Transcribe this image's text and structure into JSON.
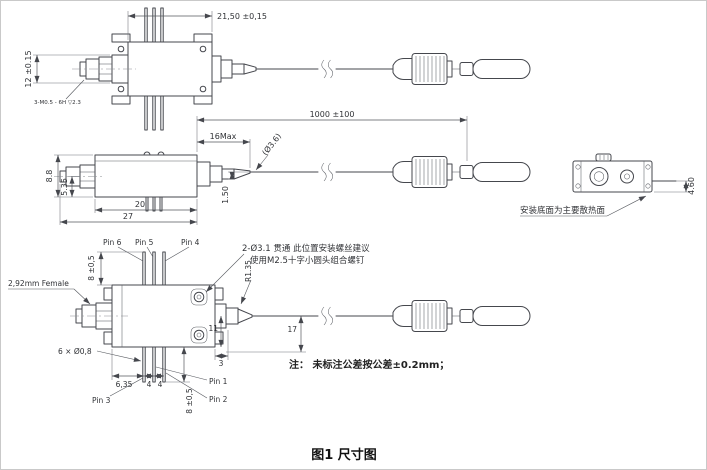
{
  "figure": {
    "title": "图1 尺寸图",
    "note": "注： 未标注公差按公差±0.2mm；"
  },
  "colors": {
    "line": "#45474d",
    "background": "#ffffff"
  },
  "top_view": {
    "dim_width": "21,50 ±0,15",
    "dim_height": "12 ±0.15",
    "thread_note": "3-M0.5 - 6H ▽2.3"
  },
  "side_view": {
    "dim_fiber_length": "1000 ±100",
    "dim_ferrule": "16Max",
    "dim_fiber_dia": "(Ø3.6)",
    "dim_height_total": "8.8",
    "dim_height_axis": "5.35",
    "dim_body": "20",
    "dim_overall": "27",
    "dim_offset": "1.50"
  },
  "end_view": {
    "dim_height": "4.60",
    "heatsink_note": "安装底面为主要散热面"
  },
  "bottom_view": {
    "connector_label": "2,92mm Female",
    "screw_note_line1": "2-Ø3.1 贯通 此位置安装螺丝建议",
    "screw_note_line2": "使用M2.5十字小圆头组合螺钉",
    "radius_label": "R1.35",
    "pin_dia_label": "6 × Ø0,8",
    "pins": {
      "pin1": "Pin 1",
      "pin2": "Pin 2",
      "pin3": "Pin 3",
      "pin4": "Pin 4",
      "pin5": "Pin 5",
      "pin6": "Pin 6"
    },
    "dim_pin_len_top": "8 ±0,5",
    "dim_pin_len_bottom": "8 ±0,5",
    "dim_pin_offset": "6,35",
    "dim_pitch_a": "4",
    "dim_pitch_b": "4",
    "dim_11": "11",
    "dim_17": "17",
    "dim_3": "3"
  }
}
